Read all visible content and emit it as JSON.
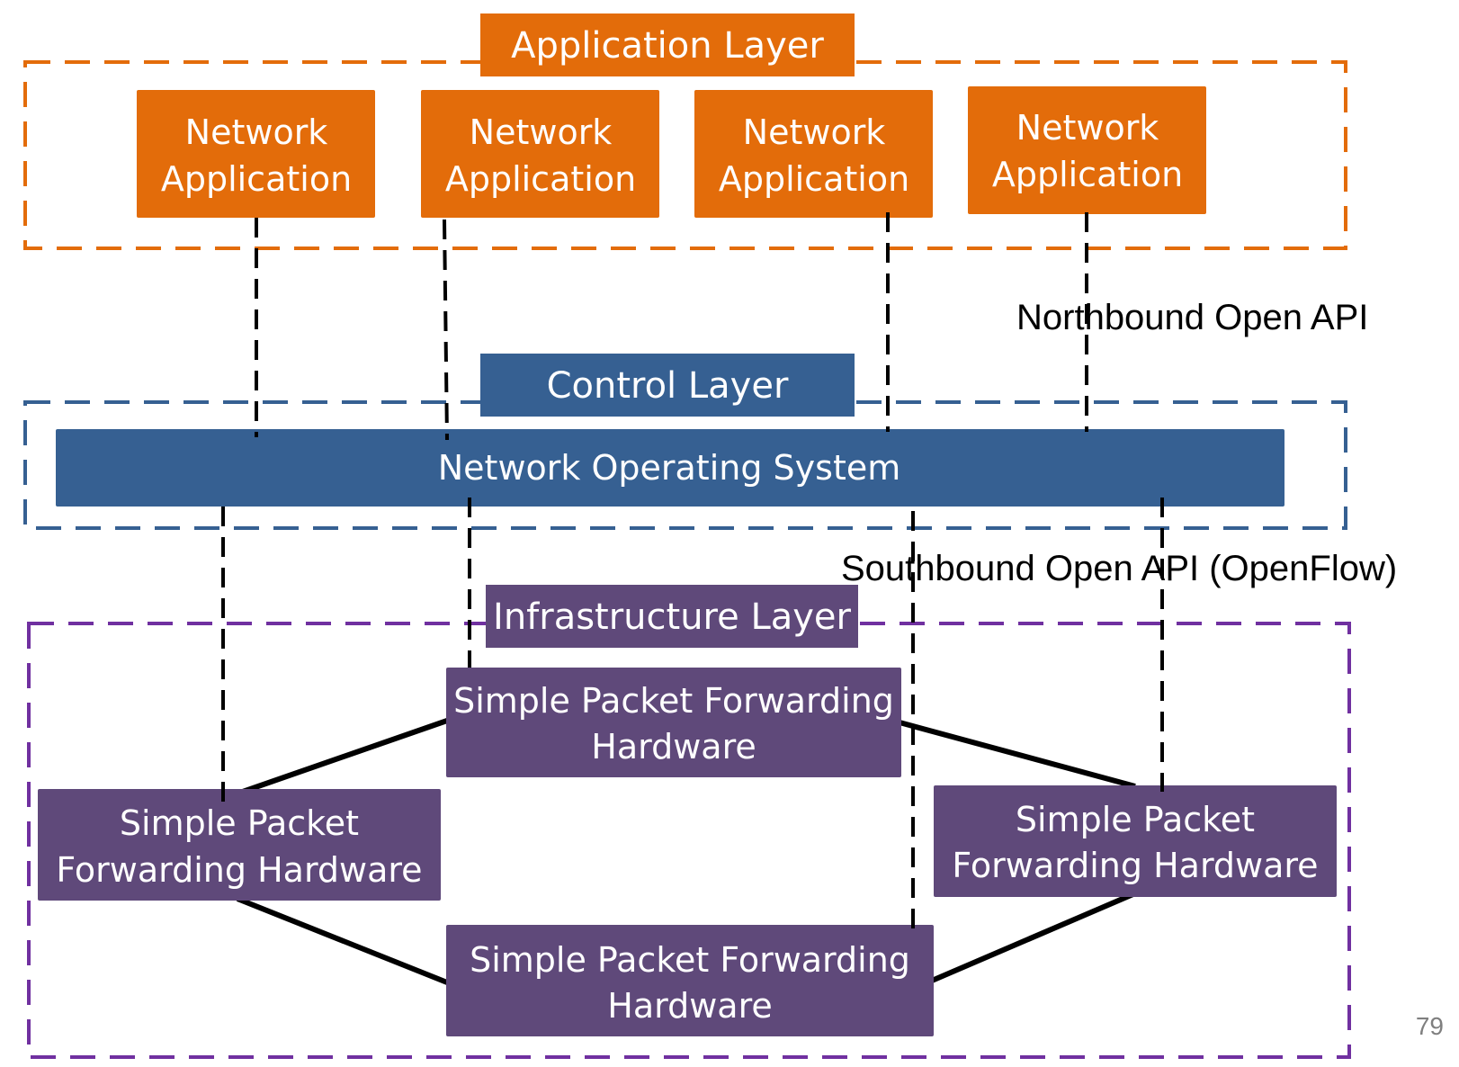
{
  "colors": {
    "application": "#E36C0A",
    "control": "#366092",
    "infrastructure": "#5F497A",
    "infrastructure_border": "#7030A0",
    "connector": "#000000"
  },
  "application_layer": {
    "title": "Application Layer",
    "apps": [
      {
        "line1": "Network",
        "line2": "Application"
      },
      {
        "line1": "Network",
        "line2": "Application"
      },
      {
        "line1": "Network",
        "line2": "Application"
      },
      {
        "line1": "Network",
        "line2": "Application"
      }
    ]
  },
  "northbound_label": "Northbound Open API",
  "control_layer": {
    "title": "Control Layer",
    "nos_label": "Network Operating System"
  },
  "southbound_label": "Southbound Open API (OpenFlow)",
  "infrastructure_layer": {
    "title": "Infrastructure Layer",
    "devices": [
      {
        "line1": "Simple Packet Forwarding",
        "line2": "Hardware"
      },
      {
        "line1": "Simple Packet",
        "line2": "Forwarding Hardware"
      },
      {
        "line1": "Simple Packet",
        "line2": "Forwarding Hardware"
      },
      {
        "line1": "Simple Packet Forwarding",
        "line2": "Hardware"
      }
    ]
  },
  "page_number": "79"
}
